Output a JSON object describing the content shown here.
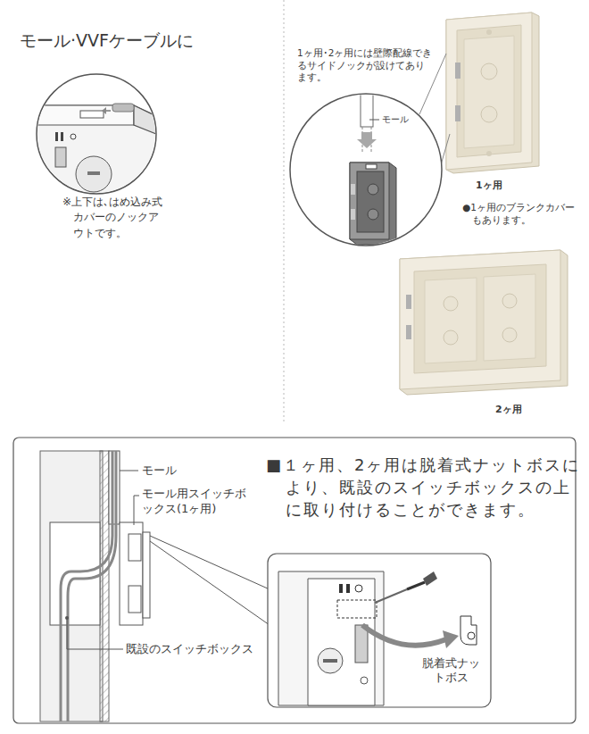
{
  "diagram": {
    "title": "モール·VVFケーブルに",
    "labels": [
      "※上下は､はめ込み式カバーのノックアウトです。",
      "1ヶ用･2ヶ用には壁際配線できるサイドノックが設けてあります。",
      "モール",
      "1ヶ用",
      "●1ヶ用のブランクカバーもあります。",
      "2ヶ用",
      "モール",
      "モール用スイッチボックス(1ヶ用)",
      "既設のスイッチボックス",
      "■１ヶ用、2ヶ用は脱着式ナットボスにより、既設のスイッチボックスの上に取り付けることができます。",
      "脱着式ナットボス"
    ]
  }
}
